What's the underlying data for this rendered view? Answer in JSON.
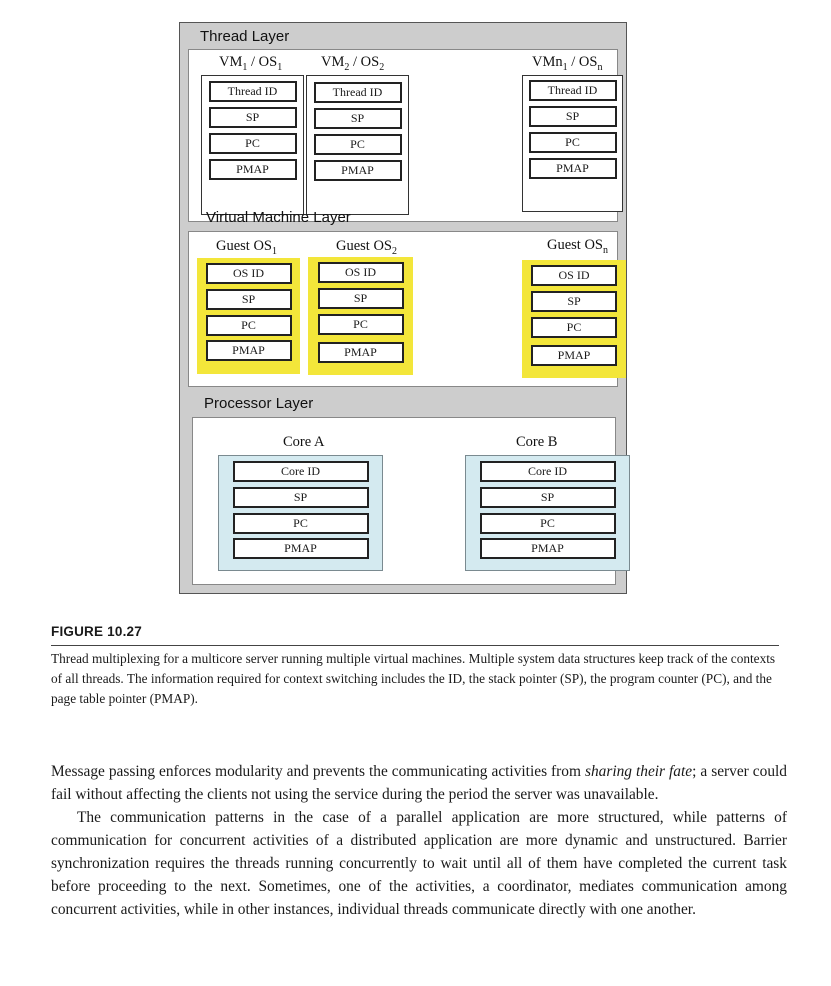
{
  "figure": {
    "layers": {
      "thread": {
        "label": "Thread Layer",
        "columns": [
          {
            "pre": "VM",
            "sub1": "1",
            "mid": " / OS",
            "sub2": "1",
            "fields": [
              "Thread ID",
              "SP",
              "PC",
              "PMAP"
            ]
          },
          {
            "pre": "VM",
            "sub1": "2",
            "mid": " / OS",
            "sub2": "2",
            "fields": [
              "Thread ID",
              "SP",
              "PC",
              "PMAP"
            ]
          },
          {
            "pre": "VMn",
            "sub1": "1",
            "mid": " / OS",
            "sub2": "n",
            "fields": [
              "Thread ID",
              "SP",
              "PC",
              "PMAP"
            ]
          }
        ]
      },
      "vm": {
        "label": "Virtual Machine  Layer",
        "columns": [
          {
            "pre": "Guest OS",
            "sub1": "1",
            "fields": [
              "OS ID",
              "SP",
              "PC",
              "PMAP"
            ]
          },
          {
            "pre": "Guest OS",
            "sub1": "2",
            "fields": [
              "OS ID",
              "SP",
              "PC",
              "PMAP"
            ]
          },
          {
            "pre": "Guest OS",
            "sub1": "n",
            "fields": [
              "OS ID",
              "SP",
              "PC",
              "PMAP"
            ]
          }
        ]
      },
      "processor": {
        "label": "Processor Layer",
        "columns": [
          {
            "pre": "Core  A",
            "fields": [
              "Core ID",
              "SP",
              "PC",
              "PMAP"
            ]
          },
          {
            "pre": "Core B",
            "fields": [
              "Core ID",
              "SP",
              "PC",
              "PMAP"
            ]
          }
        ]
      }
    },
    "colors": {
      "guest_highlight": "#f3e63a",
      "core_fill": "#d4eaf0",
      "layer_background": "#cdcdcd"
    }
  },
  "caption": {
    "label": "FIGURE 10.27",
    "text": "Thread multiplexing for a multicore server running multiple virtual machines. Multiple system data structures keep track of the contexts of all threads. The information required for context switching includes the ID, the stack pointer (SP), the program counter (PC), and the page table pointer (PMAP)."
  },
  "body": {
    "p1_before": "Message passing enforces modularity and prevents the communicating activities from ",
    "p1_em": "sharing their fate",
    "p1_after": "; a server could fail without affecting the clients not using the service during the period the server was unavailable.",
    "p2": "The communication patterns in the case of a parallel application are more structured, while patterns of communication for concurrent activities of a distributed application are more dynamic and unstructured. Barrier synchronization requires the threads running concurrently to wait until all of them have completed the current task before proceeding to the next. Sometimes, one of the activities, a coordinator, mediates communication among concurrent activities, while in other instances, individual threads communicate directly with one another."
  }
}
